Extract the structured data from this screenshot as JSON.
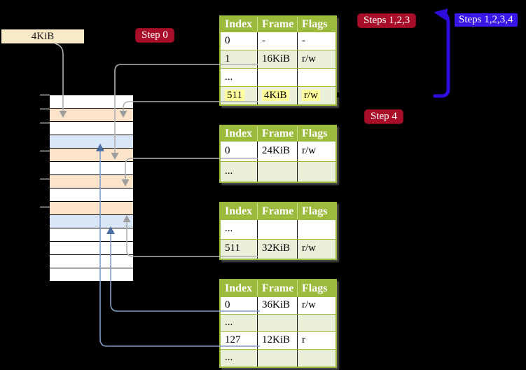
{
  "colors": {
    "crimson": "#a80e28",
    "label-blue": "#3b16eb",
    "arrow-blue": "#2d0ddb",
    "header-green": "#9cbb3c",
    "row-green": "#e9efd8",
    "peach": "#fce4cb",
    "light-blue": "#d9e6f8",
    "cream": "#fae9c6",
    "highlight-yellow": "#ffff9c",
    "gray-line": "#b0b0b0",
    "steel-line": "#7f9cc9",
    "steel-head": "#4c70a4"
  },
  "frame_size_label": "4KiB",
  "step_labels": {
    "step0": "Step 0",
    "steps123": "Steps 1,2,3",
    "steps1234": "Steps 1,2,3,4",
    "step4": "Step 4"
  },
  "tables": [
    {
      "headers": [
        "Index",
        "Frame",
        "Flags"
      ],
      "rows": [
        {
          "cells": [
            "0",
            "-",
            "-"
          ]
        },
        {
          "cells": [
            "1",
            "16KiB",
            "r/w"
          ]
        },
        {
          "cells": [
            "...",
            "",
            ""
          ]
        },
        {
          "cells": [
            "511",
            "4KiB",
            "r/w"
          ]
        }
      ]
    },
    {
      "headers": [
        "Index",
        "Frame",
        "Flags"
      ],
      "rows": [
        {
          "cells": [
            "0",
            "24KiB",
            "r/w"
          ]
        },
        {
          "cells": [
            "...",
            "",
            ""
          ]
        }
      ]
    },
    {
      "headers": [
        "Index",
        "Frame",
        "Flags"
      ],
      "rows": [
        {
          "cells": [
            "...",
            "",
            ""
          ]
        },
        {
          "cells": [
            "511",
            "32KiB",
            "r/w"
          ]
        }
      ]
    },
    {
      "headers": [
        "Index",
        "Frame",
        "Flags"
      ],
      "rows": [
        {
          "cells": [
            "0",
            "36KiB",
            "r/w"
          ]
        },
        {
          "cells": [
            "...",
            "",
            ""
          ]
        },
        {
          "cells": [
            "127",
            "12KiB",
            "r"
          ]
        },
        {
          "cells": [
            "...",
            "",
            ""
          ]
        }
      ]
    }
  ],
  "memory_column": {
    "cell_fills": [
      "white",
      "peach",
      "white",
      "blue",
      "peach",
      "white",
      "peach",
      "white",
      "peach",
      "blue",
      "white",
      "white",
      "white",
      "white"
    ]
  }
}
